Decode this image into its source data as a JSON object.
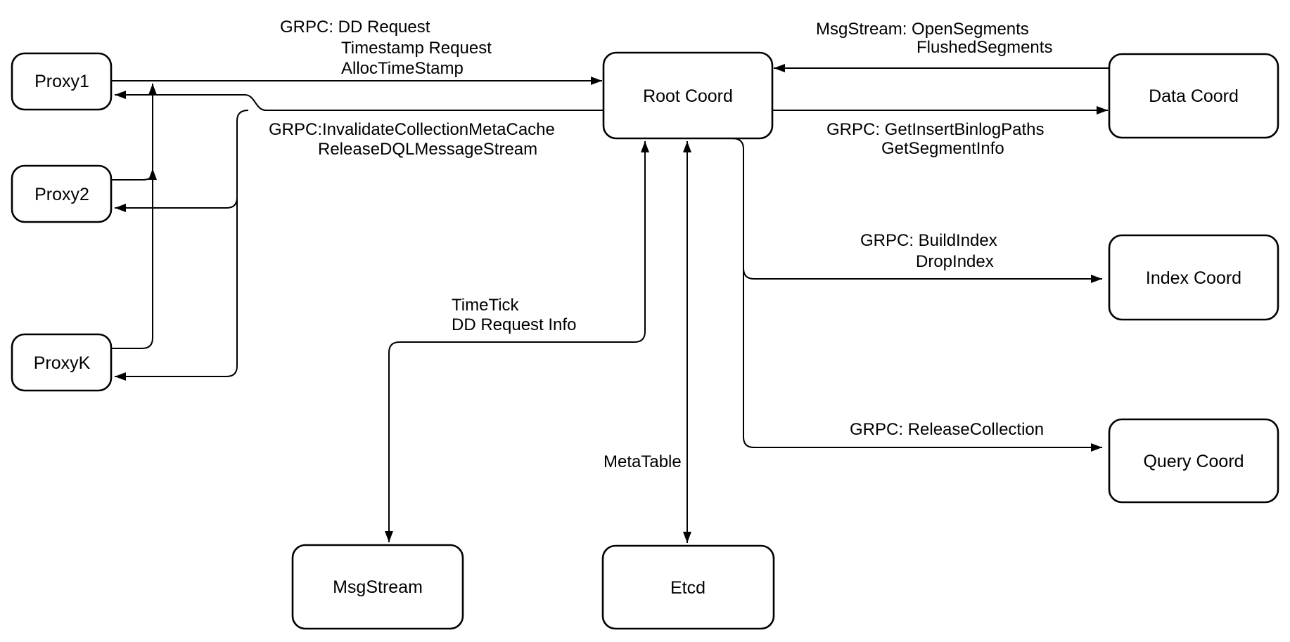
{
  "diagram": {
    "title": "Root Coord architecture diagram",
    "colors": {
      "stroke": "#000000",
      "node_fill": "#ffffff",
      "background": "#ffffff"
    },
    "nodes": {
      "proxy1": {
        "label": "Proxy1"
      },
      "proxy2": {
        "label": "Proxy2"
      },
      "proxyk": {
        "label": "ProxyK"
      },
      "root_coord": {
        "label": "Root Coord"
      },
      "data_coord": {
        "label": "Data Coord"
      },
      "index_coord": {
        "label": "Index Coord"
      },
      "query_coord": {
        "label": "Query Coord"
      },
      "msgstream": {
        "label": "MsgStream"
      },
      "etcd": {
        "label": "Etcd"
      }
    },
    "edge_labels": {
      "proxies_to_root": {
        "line1": "GRPC: DD Request",
        "line2": "Timestamp Request",
        "line3": "AllocTimeStamp"
      },
      "root_to_proxies": {
        "line1": "GRPC:InvalidateCollectionMetaCache",
        "line2": "ReleaseDQLMessageStream"
      },
      "data_to_root": {
        "line1": "MsgStream: OpenSegments",
        "line2": "FlushedSegments"
      },
      "root_to_data": {
        "line1": "GRPC: GetInsertBinlogPaths",
        "line2": "GetSegmentInfo"
      },
      "root_to_index": {
        "line1": "GRPC: BuildIndex",
        "line2": "DropIndex"
      },
      "root_to_query": {
        "line1": "GRPC: ReleaseCollection"
      },
      "root_to_msgstream": {
        "line1": "TimeTick",
        "line2": "DD Request Info"
      },
      "root_to_etcd": {
        "line1": "MetaTable"
      }
    }
  }
}
